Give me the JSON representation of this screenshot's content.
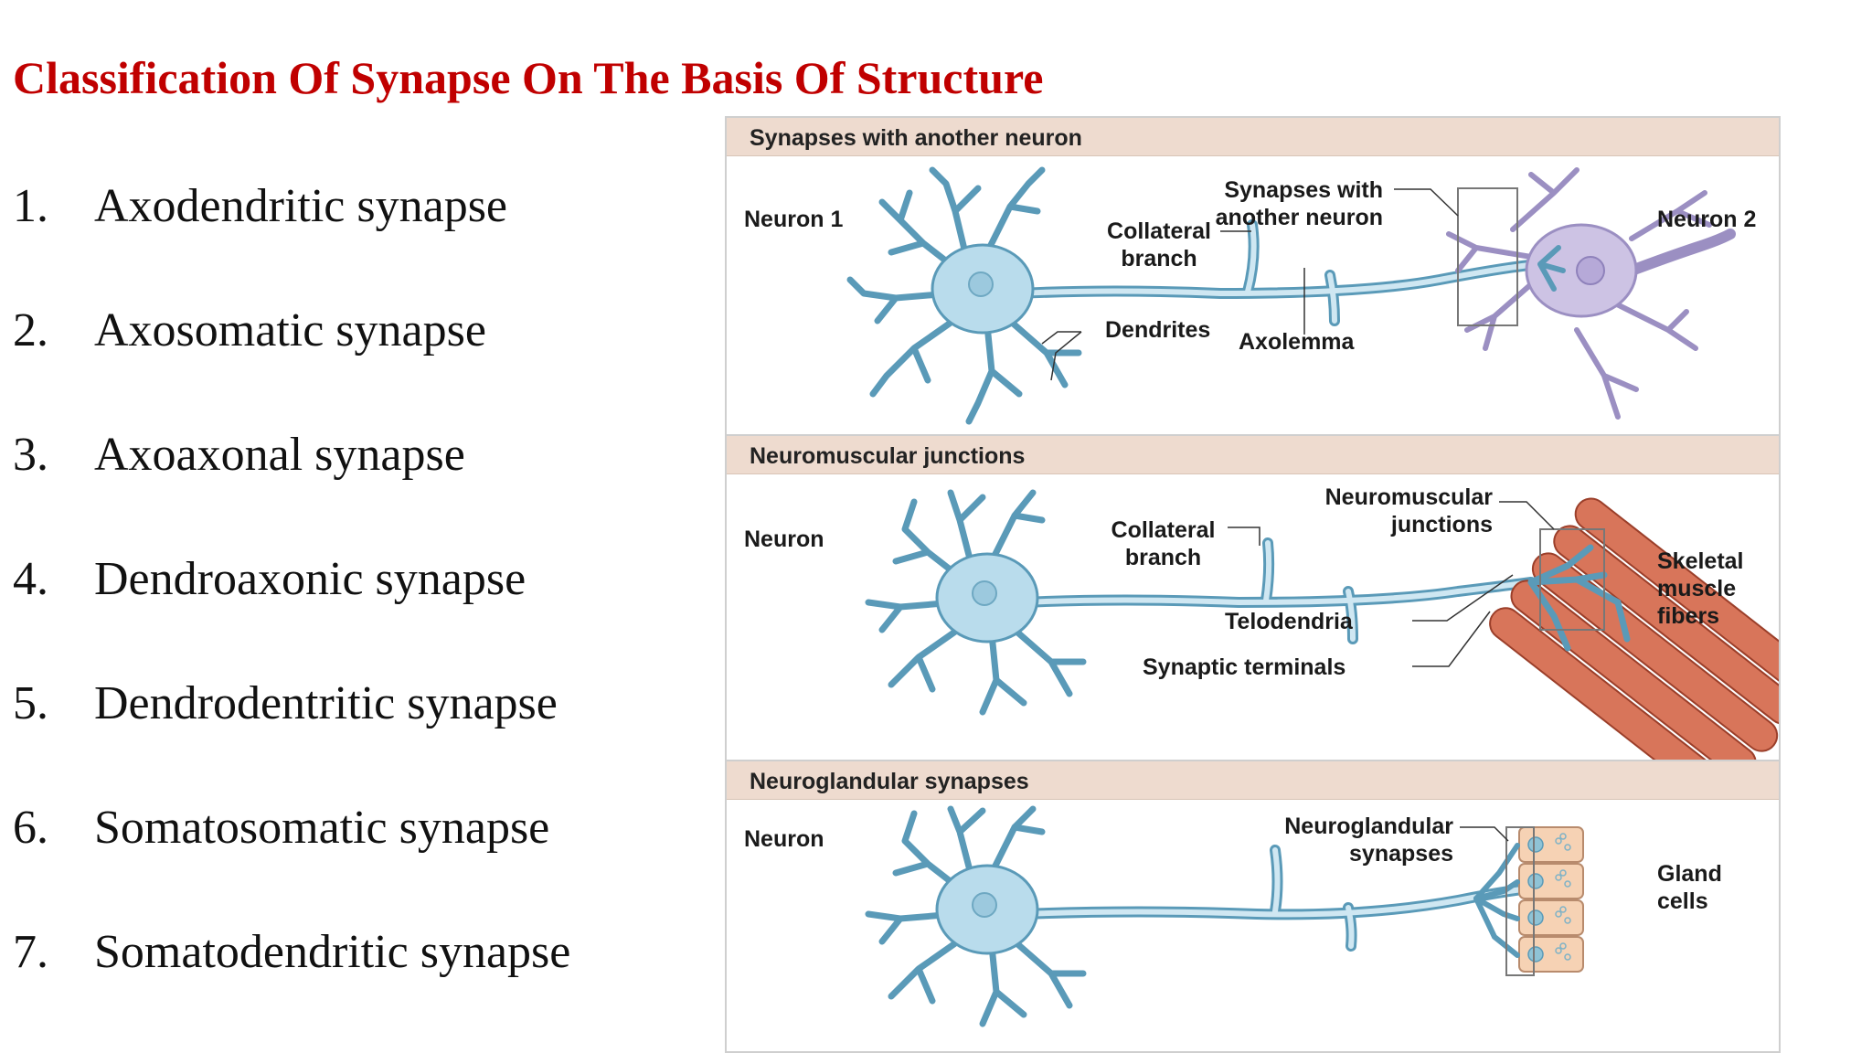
{
  "title": "Classification Of Synapse On The Basis Of Structure",
  "synapse_types": [
    {
      "num": "1.",
      "label": "Axodendritic synapse"
    },
    {
      "num": "2.",
      "label": "Axosomatic synapse"
    },
    {
      "num": "3.",
      "label": "Axoaxonal synapse"
    },
    {
      "num": "4.",
      "label": "Dendroaxonic synapse"
    },
    {
      "num": "5.",
      "label": "Dendrodentritic synapse"
    },
    {
      "num": "6.",
      "label": "Somatosomatic synapse"
    },
    {
      "num": "7.",
      "label": "Somatodendritic synapse"
    }
  ],
  "figure": {
    "panel1": {
      "header": "Synapses with another neuron",
      "neuron1": "Neuron 1",
      "neuron2": "Neuron 2",
      "synapses_line1": "Synapses with",
      "synapses_line2": "another neuron",
      "collateral_line1": "Collateral",
      "collateral_line2": "branch",
      "dendrites": "Dendrites",
      "axolemma": "Axolemma"
    },
    "panel2": {
      "header": "Neuromuscular junctions",
      "neuron": "Neuron",
      "collateral_line1": "Collateral",
      "collateral_line2": "branch",
      "nmj_line1": "Neuromuscular",
      "nmj_line2": "junctions",
      "muscle_line1": "Skeletal",
      "muscle_line2": "muscle",
      "muscle_line3": "fibers",
      "telodendria": "Telodendria",
      "synaptic_terminals": "Synaptic terminals"
    },
    "panel3": {
      "header": "Neuroglandular synapses",
      "neuron": "Neuron",
      "ng_line1": "Neuroglandular",
      "ng_line2": "synapses",
      "gland_line1": "Gland",
      "gland_line2": "cells"
    }
  },
  "colors": {
    "title": "#c00000",
    "neuron_fill": "#b9dcec",
    "neuron_stroke": "#5a9ab8",
    "neuron2_fill": "#cdc3e4",
    "panel_header": "#eedbcf",
    "muscle": "#d8755a",
    "gland": "#f6d2b4"
  }
}
